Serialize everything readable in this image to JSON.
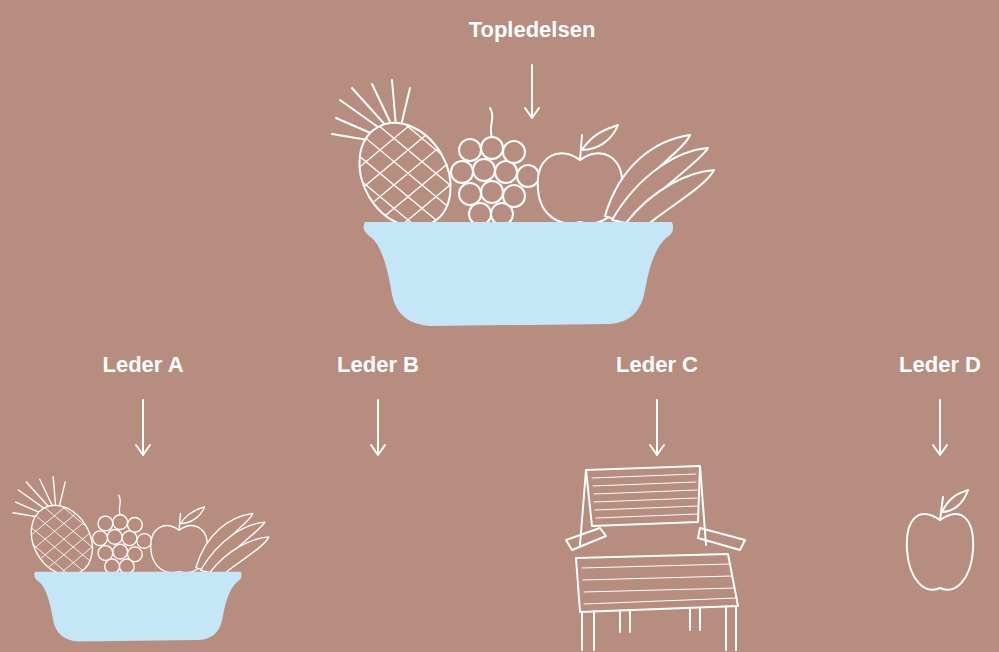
{
  "diagram": {
    "labels": [
      "Topledelsen",
      "Leder A",
      "Leder B",
      "Leder C",
      "Leder D"
    ]
  }
}
